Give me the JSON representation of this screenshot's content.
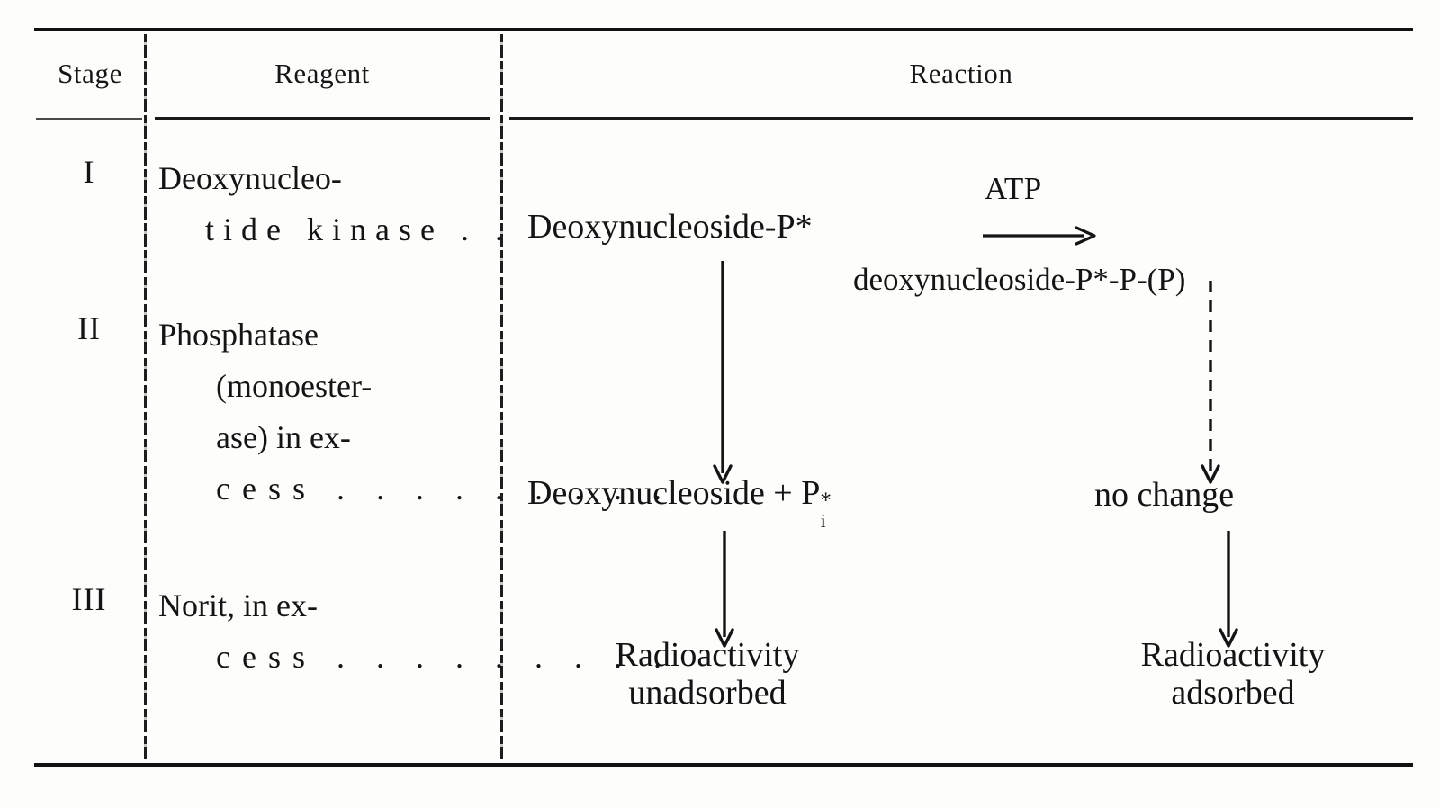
{
  "table": {
    "headers": {
      "stage": "Stage",
      "reagent": "Reagent",
      "reaction": "Reaction"
    },
    "rows": [
      {
        "stage": "I",
        "reagent_lines": [
          "Deoxynucleo-",
          "tide kinase . ."
        ],
        "reaction_main": "Deoxynucleoside-P*",
        "reaction_arrow_label": "ATP",
        "reaction_product": "deoxynucleoside-P*-P-(P)"
      },
      {
        "stage": "II",
        "reagent_lines": [
          "Phosphatase",
          "(monoester-",
          "ase) in ex-",
          "cess . . . . . . . . ."
        ],
        "reaction_left": "Deoxynucleoside + P",
        "reaction_left_sup": "*",
        "reaction_left_sub": "i",
        "reaction_right": "no change"
      },
      {
        "stage": "III",
        "reagent_lines": [
          "Norit, in ex-",
          "cess . . . . . . . . ."
        ],
        "reaction_left_line1": "Radioactivity",
        "reaction_left_line2": "unadsorbed",
        "reaction_right_line1": "Radioactivity",
        "reaction_right_line2": "adsorbed"
      }
    ]
  },
  "chart_data": {
    "type": "table",
    "title": "",
    "columns": [
      "Stage",
      "Reagent",
      "Reaction"
    ],
    "rows": [
      [
        "I",
        "Deoxynucleotide kinase",
        "Deoxynucleoside-P* --ATP--> deoxynucleoside-P*-P-(P)"
      ],
      [
        "II",
        "Phosphatase (monoesterase) in excess",
        "Deoxynucleoside + P*i  |  no change"
      ],
      [
        "III",
        "Norit, in excess",
        "Radioactivity unadsorbed  |  Radioactivity adsorbed"
      ]
    ],
    "arrows": [
      {
        "from": "Deoxynucleoside-P*",
        "to": "deoxynucleoside-P*-P-(P)",
        "label": "ATP",
        "style": "solid",
        "direction": "right"
      },
      {
        "from": "Deoxynucleoside-P*",
        "to": "Deoxynucleoside + P*i",
        "label": "",
        "style": "solid",
        "direction": "down"
      },
      {
        "from": "deoxynucleoside-P*-P-(P)",
        "to": "no change",
        "label": "",
        "style": "dashed",
        "direction": "down"
      },
      {
        "from": "Deoxynucleoside + P*i",
        "to": "Radioactivity unadsorbed",
        "label": "",
        "style": "solid",
        "direction": "down"
      },
      {
        "from": "no change",
        "to": "Radioactivity adsorbed",
        "label": "",
        "style": "solid",
        "direction": "down"
      }
    ]
  },
  "colors": {
    "ink": "#141414",
    "paper": "#fdfdfc",
    "rule": "#121212"
  }
}
